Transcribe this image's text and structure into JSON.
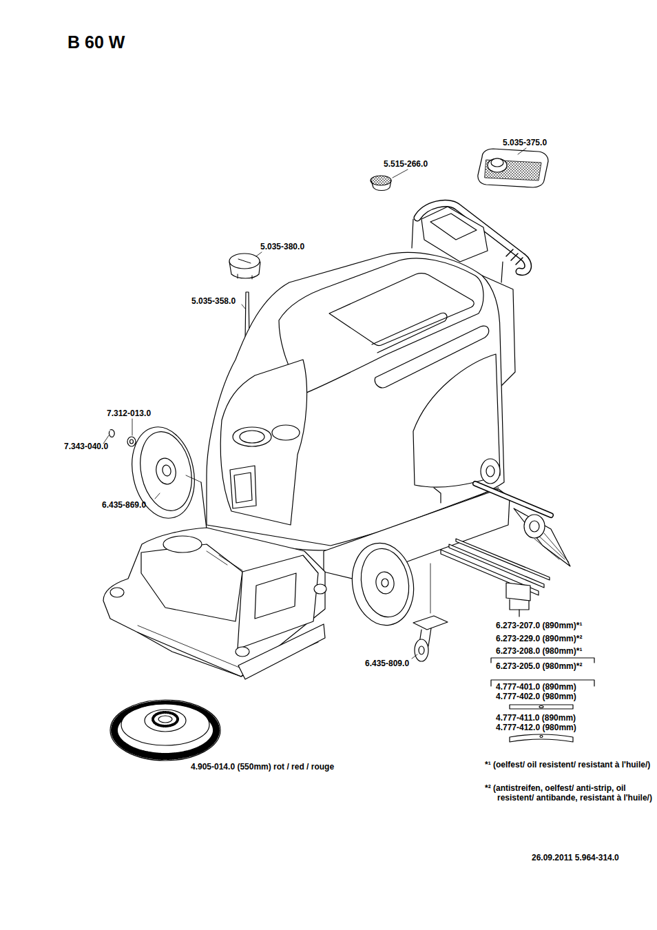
{
  "diagram": {
    "title": "B 60 W",
    "labels": [
      "5.035-375.0",
      "5.515-266.0",
      "5.035-380.0",
      "5.035-358.0",
      "7.312-013.0",
      "7.343-040.0",
      "6.435-869.0",
      "6.273-207.0 (890mm)*¹",
      "6.273-229.0 (890mm)*²",
      "6.273-208.0 (980mm)*¹",
      "6.273-205.0 (980mm)*²",
      "6.435-809.0",
      "4.777-401.0 (890mm)",
      "4.777-402.0 (980mm)",
      "4.777-411.0 (890mm)",
      "4.777-412.0 (980mm)",
      "4.905-014.0 (550mm) rot / red / rouge",
      "*¹ (oelfest/ oil resistent/ resistant à l'huile/)",
      "*² (antistreifen, oelfest/ anti-strip, oil resistent/ antibande, resistant à l'huile/)",
      "26.09.2011 5.964-314.0"
    ]
  }
}
